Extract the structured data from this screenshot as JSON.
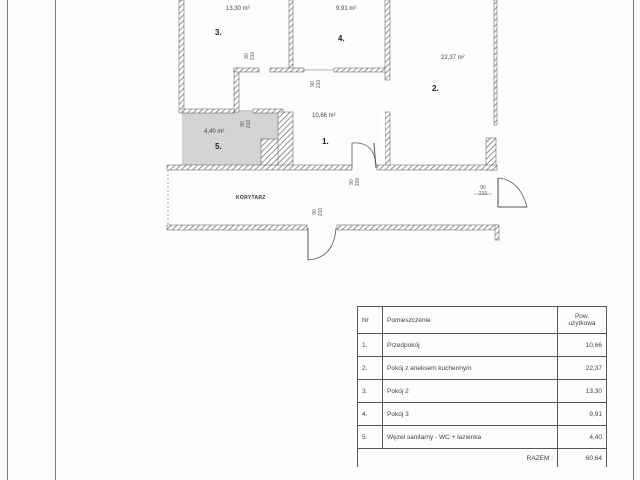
{
  "plan": {
    "rooms": [
      {
        "number": "3.",
        "area": "13,30 m²"
      },
      {
        "number": "4.",
        "area": "9,91 m²"
      },
      {
        "number": "2.",
        "area": "22,37 m²"
      },
      {
        "number": "1.",
        "area": "10,66 m²"
      },
      {
        "number": "5.",
        "area": "4,40 m²"
      }
    ],
    "corridor_label": "KORYTARZ",
    "door_dims": [
      {
        "w": "80",
        "h": "210"
      },
      {
        "w": "90",
        "h": "210"
      },
      {
        "w": "80",
        "h": "210"
      },
      {
        "w": "90",
        "h": "200"
      },
      {
        "w": "90",
        "h": "210"
      },
      {
        "w": "90",
        "h": "210"
      }
    ]
  },
  "table": {
    "headers": {
      "nr": "Nr",
      "name": "Pomieszczenie",
      "area": "Pow. użytkowa"
    },
    "rows": [
      {
        "nr": "1.",
        "name": "Przedpokój",
        "area": "10,66"
      },
      {
        "nr": "2.",
        "name": "Pokój z aneksem kuchennym",
        "area": "22,37"
      },
      {
        "nr": "3.",
        "name": "Pokój 2",
        "area": "13,30"
      },
      {
        "nr": "4.",
        "name": "Pokój 3",
        "area": "9,91"
      },
      {
        "nr": "5.",
        "name": "Węzeł sanitarny - WC + łazienka",
        "area": "4,40"
      }
    ],
    "total_label": "RAZEM :",
    "total_value": "60,64"
  }
}
